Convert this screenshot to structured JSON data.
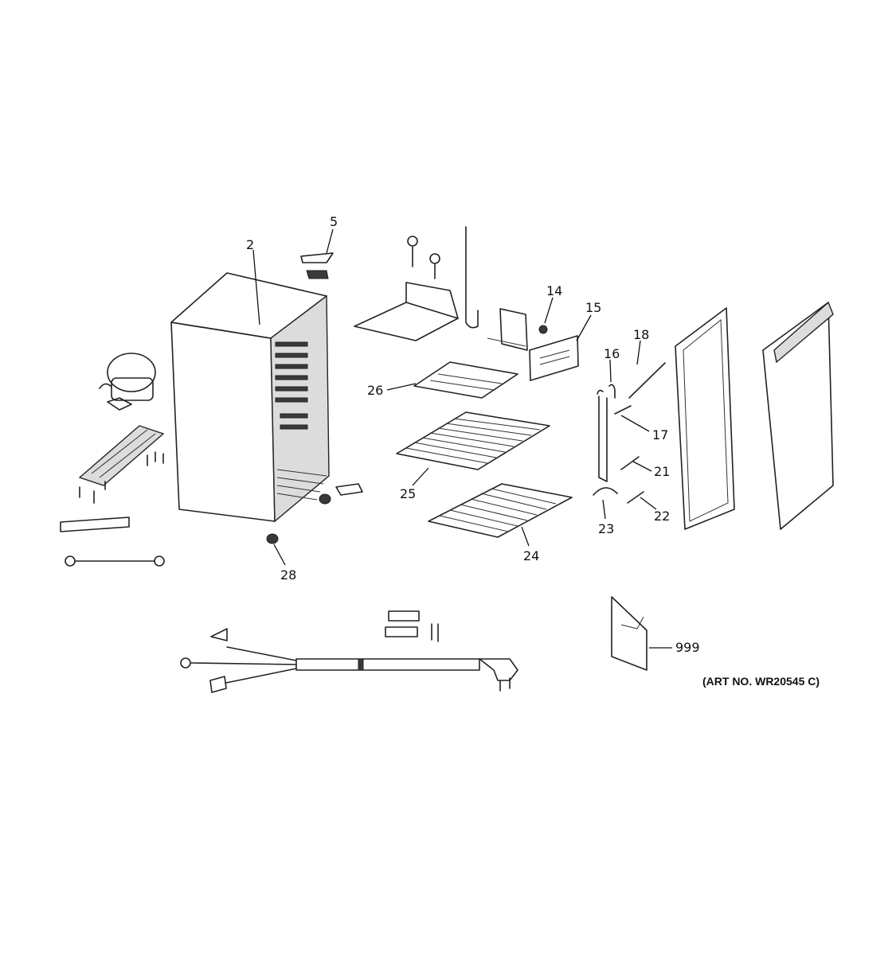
{
  "diagram": {
    "callouts": {
      "c2": "2",
      "c5": "5",
      "c14": "14",
      "c15": "15",
      "c16": "16",
      "c17": "17",
      "c18": "18",
      "c21": "21",
      "c22": "22",
      "c23": "23",
      "c24": "24",
      "c25": "25",
      "c26": "26",
      "c28": "28",
      "c999": "999"
    },
    "art_number": "(ART NO. WR20545 C)"
  }
}
